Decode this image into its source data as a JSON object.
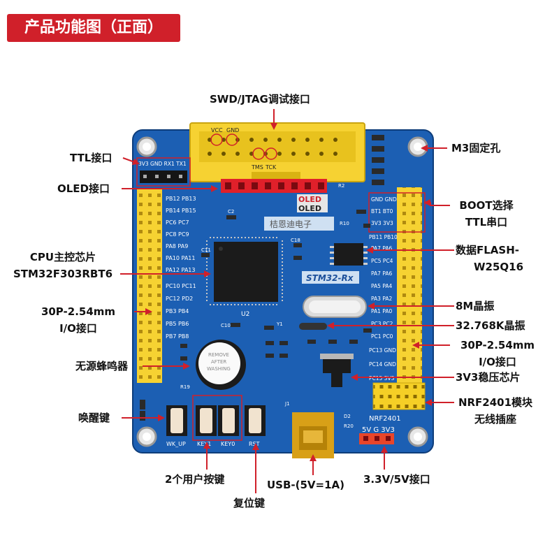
{
  "title": "产品功能图（正面）",
  "callouts": {
    "swd_jtag": "SWD/JTAG调试接口",
    "ttl": "TTL接口",
    "m3_hole": "M3固定孔",
    "oled": "OLED接口",
    "boot": "BOOT选择",
    "ttl_serial": "TTL串口",
    "cpu_line1": "CPU主控芯片",
    "cpu_line2": "STM32F303RBT6",
    "flash_line1": "数据FLASH-",
    "flash_line2": "W25Q16",
    "io_left_line1": "30P-2.54mm",
    "io_left_line2": "I/O接口",
    "crystal_8m": "8M晶振",
    "crystal_32k": "32.768K晶振",
    "io_right_line1": "30P-2.54mm",
    "io_right_line2": "I/O接口",
    "buzzer": "无源蜂鸣器",
    "regulator": "3V3稳压芯片",
    "wakeup": "唤醒键",
    "nrf_line1": "NRF2401模块",
    "nrf_line2": "无线插座",
    "user_keys": "2个用户按键",
    "usb": "USB-(5V=1A)",
    "power_pins": "3.3V/5V接口",
    "reset": "复位键"
  },
  "board_silkscreen": {
    "board_name": "STM32-Rx",
    "maker": "桔恩迪电子",
    "oled_1": "OLED",
    "oled_2": "OLED",
    "vcc": "VCC",
    "gnd": "GND",
    "tms": "TMS",
    "tck": "TCK",
    "ttl_header": "3V3 GND RX1 TX1",
    "wk_up": "WK_UP",
    "key1": "KEY1",
    "key0": "KEY0",
    "rst": "RST",
    "nrf2401": "NRF2401",
    "power_header": "5V  G  3V3",
    "j1": "J1",
    "u2": "U2",
    "y1": "Y1",
    "c2": "C2",
    "c11": "C11",
    "c18": "C18",
    "c10": "C10",
    "r2": "R2",
    "r10": "R10",
    "r19": "R19",
    "r20": "R20",
    "d2": "D2",
    "left_pins": [
      "PB12 PB13",
      "PB14 PB15",
      "PC6 PC7",
      "PC8 PC9",
      "PA8 PA9",
      "PA10 PA11",
      "PA12 PA13",
      "PC10 PC11",
      "PC12 PD2",
      "PB3 PB4",
      "PB5 PB6",
      "PB7 PB8"
    ],
    "right_pins": [
      "GND GND",
      "BT1 BT0",
      "3V3 3V3",
      "PB11 PB10",
      "PA7 PA6",
      "PC5 PC4",
      "PA7 PA6",
      "PA5 PA4",
      "PA3 PA2",
      "PA1 PA0",
      "PC3 PC2",
      "PC1 PC0",
      "PC13 GND",
      "PC14 GND",
      "PC15 3V3"
    ]
  },
  "colors": {
    "badge": "#d0202a",
    "pcb": "#1c5fb3",
    "header_yellow": "#f6d232",
    "connector_red": "#e0202a",
    "chip": "#1b1b1b",
    "arrow": "#d0202a"
  }
}
